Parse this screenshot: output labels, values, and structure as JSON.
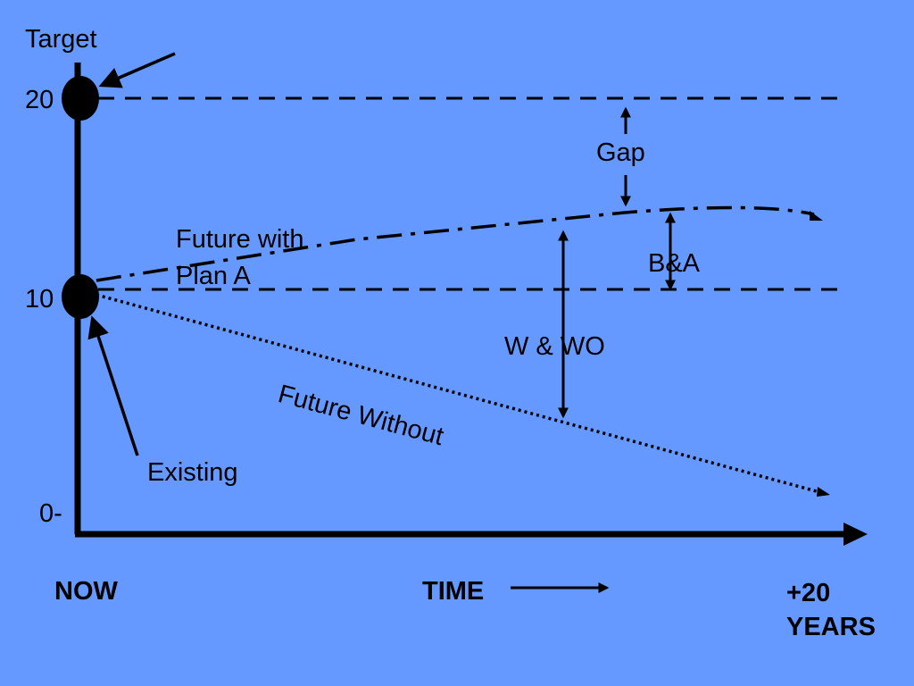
{
  "labels": {
    "target": "Target",
    "y_20": "20",
    "y_10": "10",
    "y_0": "0-",
    "gap": "Gap",
    "future_with_line1": "Future with",
    "future_with_line2": "Plan A",
    "b_and_a": "B&A",
    "w_and_wo": "W &  WO",
    "future_without": "Future Without",
    "existing": "Existing",
    "now": "NOW",
    "time": "TIME",
    "end_line1": "+20",
    "end_line2": "YEARS"
  },
  "colors": {
    "background": "#6699FF",
    "ink": "#000000"
  }
}
